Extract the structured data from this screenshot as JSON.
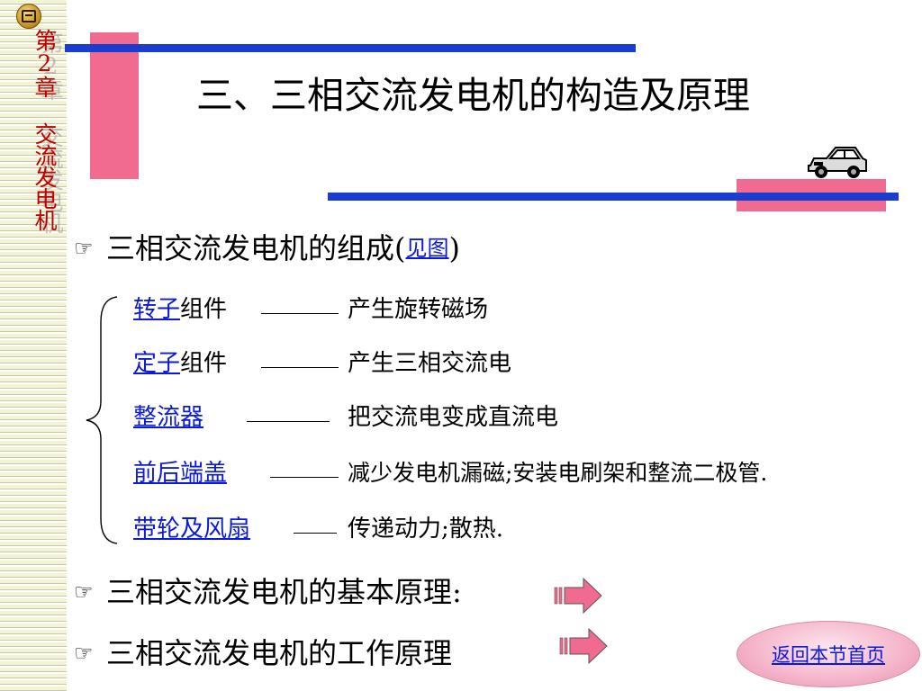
{
  "sidebar": {
    "chapter_text": "第2章 交流发电机",
    "home_icon": "home-badge-icon"
  },
  "slide": {
    "title": "三、三相交流发电机的构造及原理",
    "composition": {
      "text": "三相交流发电机的组成(",
      "link": "见图",
      "close": ")"
    },
    "components": [
      {
        "name_link": "转子",
        "name_suffix": "组件",
        "function": "产生旋转磁场"
      },
      {
        "name_link": "定子",
        "name_suffix": "组件",
        "function": "产生三相交流电"
      },
      {
        "name_link": "整流器",
        "name_suffix": "",
        "function": "把交流电变成直流电"
      },
      {
        "name_link": "前后端盖",
        "name_suffix": "",
        "function": "减少发电机漏磁;安装电刷架和整流二极管."
      },
      {
        "name_link": "带轮及风扇",
        "name_suffix": "",
        "function": "传递动力;散热."
      }
    ],
    "basic_principle": "三相交流发电机的基本原理:",
    "working_principle": "三相交流发电机的工作原理",
    "back_button": "返回本节首页"
  },
  "colors": {
    "accent_pink": "#f06b8f",
    "accent_blue": "#1a3ccf",
    "link_blue": "#0a1ad8",
    "chapter_red": "#c00000"
  }
}
